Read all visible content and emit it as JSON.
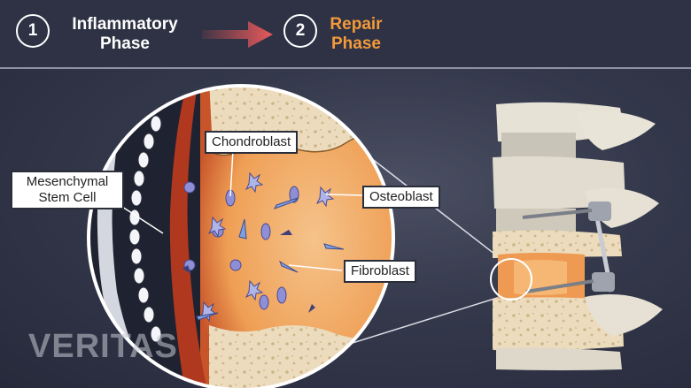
{
  "steps": [
    {
      "number": "1",
      "title_line1": "Inflammatory",
      "title_line2": "Phase",
      "color": "#ffffff"
    },
    {
      "number": "2",
      "title_line1": "Repair",
      "title_line2": "Phase",
      "color": "#f39a3a"
    }
  ],
  "labels": {
    "chondroblast": "Chondroblast",
    "mesenchymal_line1": "Mesenchymal",
    "mesenchymal_line2": "Stem Cell",
    "osteoblast": "Osteoblast",
    "fibroblast": "Fibroblast"
  },
  "watermark": "VERITAS",
  "colors": {
    "header_bg": "#2e3244",
    "accent": "#f39a3a",
    "arrow": "#e8595b",
    "callus": "#f0ae6a"
  }
}
